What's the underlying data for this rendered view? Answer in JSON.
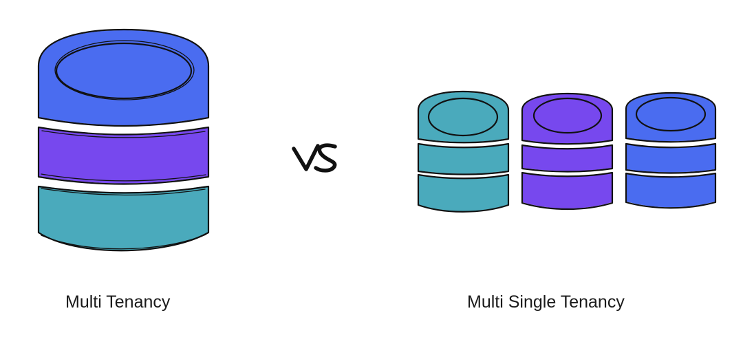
{
  "diagram": {
    "vs_label": "VS",
    "left": {
      "caption": "Multi Tenancy",
      "segments": [
        {
          "color": "#4a6cf0"
        },
        {
          "color": "#7748ee"
        },
        {
          "color": "#4aaabc"
        }
      ]
    },
    "right": {
      "caption": "Multi Single Tenancy",
      "stacks": [
        {
          "color": "#4aaabc"
        },
        {
          "color": "#7748ee"
        },
        {
          "color": "#4a6cf0"
        }
      ]
    }
  }
}
